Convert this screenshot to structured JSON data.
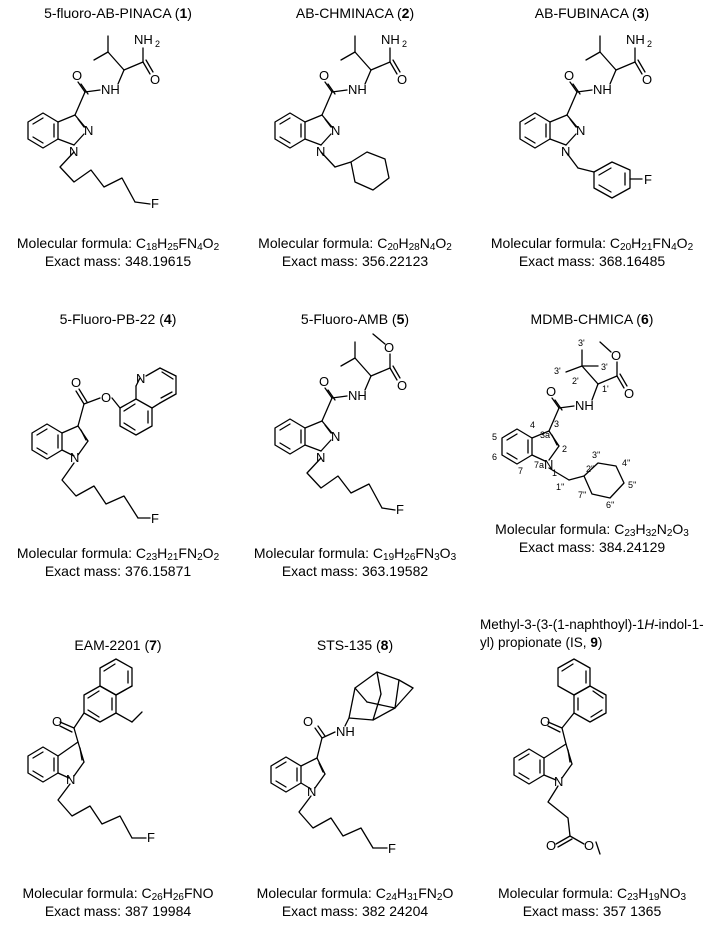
{
  "compounds": [
    {
      "name": "5-fluoro-AB-PINACA",
      "num": "1",
      "formula_label": "Molecular formula:",
      "formula": [
        [
          "C",
          "18"
        ],
        [
          "H",
          "25"
        ],
        [
          "F",
          ""
        ],
        [
          "N",
          "4"
        ],
        [
          "O",
          "2"
        ]
      ],
      "mass_label": "Exact mass:",
      "mass": "348.19615"
    },
    {
      "name": "AB-CHMINACA",
      "num": "2",
      "formula_label": "Molecular formula:",
      "formula": [
        [
          "C",
          "20"
        ],
        [
          "H",
          "28"
        ],
        [
          "N",
          "4"
        ],
        [
          "O",
          "2"
        ]
      ],
      "mass_label": "Exact mass:",
      "mass": "356.22123"
    },
    {
      "name": "AB-FUBINACA",
      "num": "3",
      "formula_label": "Molecular formula:",
      "formula": [
        [
          "C",
          "20"
        ],
        [
          "H",
          "21"
        ],
        [
          "F",
          ""
        ],
        [
          "N",
          "4"
        ],
        [
          "O",
          "2"
        ]
      ],
      "mass_label": "Exact mass:",
      "mass": "368.16485"
    },
    {
      "name": "5-Fluoro-PB-22",
      "num": "4",
      "formula_label": "Molecular formula:",
      "formula": [
        [
          "C",
          "23"
        ],
        [
          "H",
          "21"
        ],
        [
          "F",
          ""
        ],
        [
          "N",
          "2"
        ],
        [
          "O",
          "2"
        ]
      ],
      "mass_label": "Exact mass:",
      "mass": "376.15871"
    },
    {
      "name": "5-Fluoro-AMB",
      "num": "5",
      "formula_label": "Molecular formula:",
      "formula": [
        [
          "C",
          "19"
        ],
        [
          "H",
          "26"
        ],
        [
          "F",
          ""
        ],
        [
          "N",
          "3"
        ],
        [
          "O",
          "3"
        ]
      ],
      "mass_label": "Exact mass:",
      "mass": "363.19582"
    },
    {
      "name": "MDMB-CHMICA",
      "num": "6",
      "formula_label": "Molecular formula:",
      "formula": [
        [
          "C",
          "23"
        ],
        [
          "H",
          "32"
        ],
        [
          "N",
          "2"
        ],
        [
          "O",
          "3"
        ]
      ],
      "mass_label": "Exact mass:",
      "mass": "384.24129"
    },
    {
      "name": "EAM-2201",
      "num": "7",
      "formula_label": "Molecular formula:",
      "formula": [
        [
          "C",
          "26"
        ],
        [
          "H",
          "26"
        ],
        [
          "F",
          ""
        ],
        [
          "N",
          ""
        ],
        [
          "O",
          ""
        ]
      ],
      "mass_label": "Exact mass:",
      "mass": "387 19984"
    },
    {
      "name": "STS-135",
      "num": "8",
      "formula_label": "Molecular formula:",
      "formula": [
        [
          "C",
          "24"
        ],
        [
          "H",
          "31"
        ],
        [
          "F",
          ""
        ],
        [
          "N",
          "2"
        ],
        [
          "O",
          ""
        ]
      ],
      "mass_label": "Exact mass:",
      "mass": "382 24204"
    },
    {
      "name_parts": [
        "Methyl-3-(3-(1-naphthoyl)-1",
        "H",
        "-indol-1-yl) propionate (IS, ",
        "9",
        ")"
      ],
      "num": "9",
      "formula_label": "Molecular formula:",
      "formula": [
        [
          "C",
          "23"
        ],
        [
          "H",
          "19"
        ],
        [
          "N",
          ""
        ],
        [
          "O",
          "3"
        ]
      ],
      "mass_label": "Exact mass:",
      "mass": "357 1365"
    }
  ],
  "atoms": {
    "N": "N",
    "O": "O",
    "F": "F",
    "NH": "NH",
    "NH2": "NH",
    "H2sub": "2"
  },
  "locants": [
    "3'",
    "3'",
    "3'",
    "2'",
    "1'",
    "4",
    "3a",
    "3",
    "2",
    "5",
    "6",
    "7",
    "7a",
    "1",
    "1''",
    "2''",
    "3''",
    "4''",
    "5''",
    "6''",
    "7''"
  ]
}
